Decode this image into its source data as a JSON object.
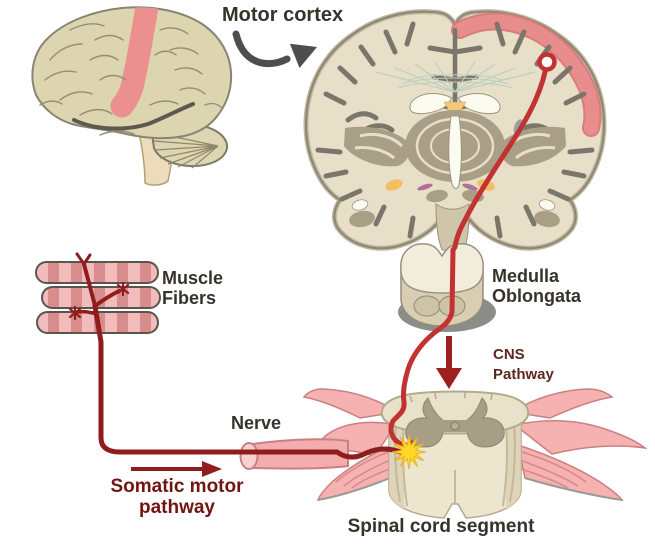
{
  "title": "Somatic motor pathway diagram",
  "labels": {
    "motor_cortex": "Motor cortex",
    "medulla_line1": "Medulla",
    "medulla_line2": "Oblongata",
    "cns_line1": "CNS",
    "cns_line2": "Pathway",
    "muscle_line1": "Muscle",
    "muscle_line2": "Fibers",
    "nerve": "Nerve",
    "somatic_line1": "Somatic motor",
    "somatic_line2": "pathway",
    "spinal_cord": "Spinal cord segment"
  },
  "colors": {
    "axon_red": "#c23232",
    "pathway_dark_red": "#8f1d1d",
    "motor_cortex_pink": "#ec8f8f",
    "synapse_yellow": "#ffd829",
    "lateral_brain_beige": "#ddd4b0",
    "coronal_brain_beige": "#e7dfc7",
    "muscle_pink_light": "#f3bcbc",
    "muscle_pink_dark": "#d98c8c",
    "nerve_pink": "#f5acac",
    "label_dark": "#37332b",
    "label_red": "#701511",
    "arrow_gray": "#4e4e4e"
  }
}
